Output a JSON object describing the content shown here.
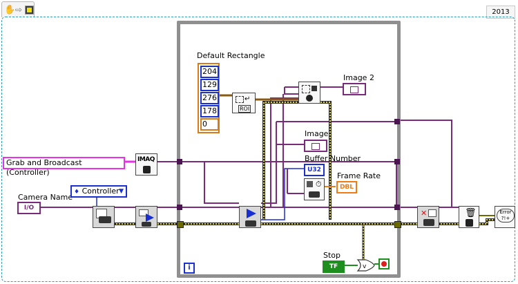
{
  "toolbar": {
    "icons": [
      "hand-icon",
      "arrow-right-icon",
      "run-highlight-icon"
    ]
  },
  "version": "2013",
  "labels": {
    "default_rectangle": "Default Rectangle",
    "image2": "Image 2",
    "image": "Image",
    "buffer_number": "Buffer Number",
    "frame_rate": "Frame Rate",
    "camera_name": "Camera Name",
    "stop": "Stop"
  },
  "constants": {
    "grab_broadcast": "Grab and Broadcast (Controller)",
    "io_tag": "I/O",
    "controller": "Controller",
    "rectangle_values": [
      "204",
      "129",
      "276",
      "178",
      "0"
    ],
    "roi_tag": "ROI",
    "u32_tag": "U32",
    "dbl_tag": "DBL",
    "tf_tag": "TF",
    "imaq_tag": "IMAQ",
    "loop_index": "i"
  },
  "colors": {
    "refnum_wire": "#7a2a7a",
    "string_wire": "#e631e6",
    "error_wire": "#6b6b00",
    "cluster_wire": "#8a5a10",
    "numeric_wire": "#1a2fd1",
    "numeric_dbl": "#f07b12",
    "boolean_wire": "#1e8f1e",
    "loop_border": "#8f8f8f",
    "frame_border": "#2b9bb8"
  }
}
